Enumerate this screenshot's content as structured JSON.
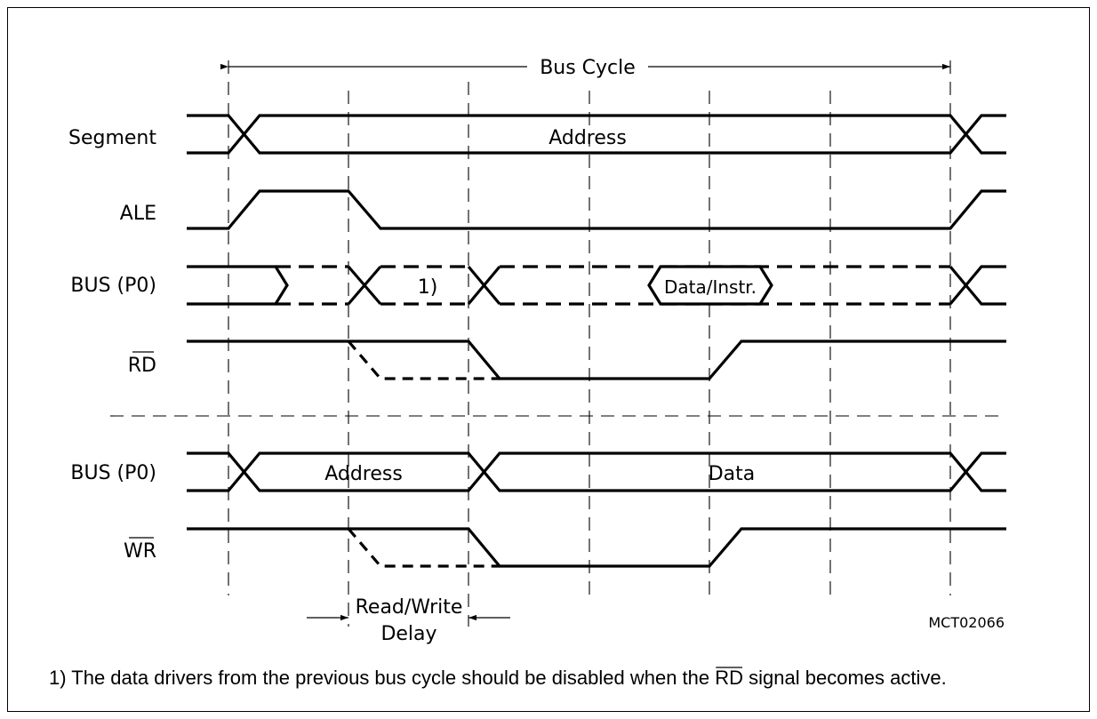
{
  "diagram": {
    "bus_cycle_label": "Bus Cycle",
    "signals": {
      "segment": "Segment",
      "ale": "ALE",
      "bus_read": "BUS (P0)",
      "rd": "RD",
      "bus_write": "BUS (P0)",
      "wr": "WR"
    },
    "segment_value": "Address",
    "bus_read_note_marker": "1)",
    "bus_read_data": "Data/Instr.",
    "bus_write_address": "Address",
    "bus_write_data": "Data",
    "delay_label_line1": "Read/Write",
    "delay_label_line2": "Delay",
    "figure_id": "MCT02066"
  },
  "footnote": {
    "prefix": "1) The data drivers from the previous bus cycle should be disabled when the ",
    "signal": "RD",
    "suffix": " signal becomes active."
  }
}
